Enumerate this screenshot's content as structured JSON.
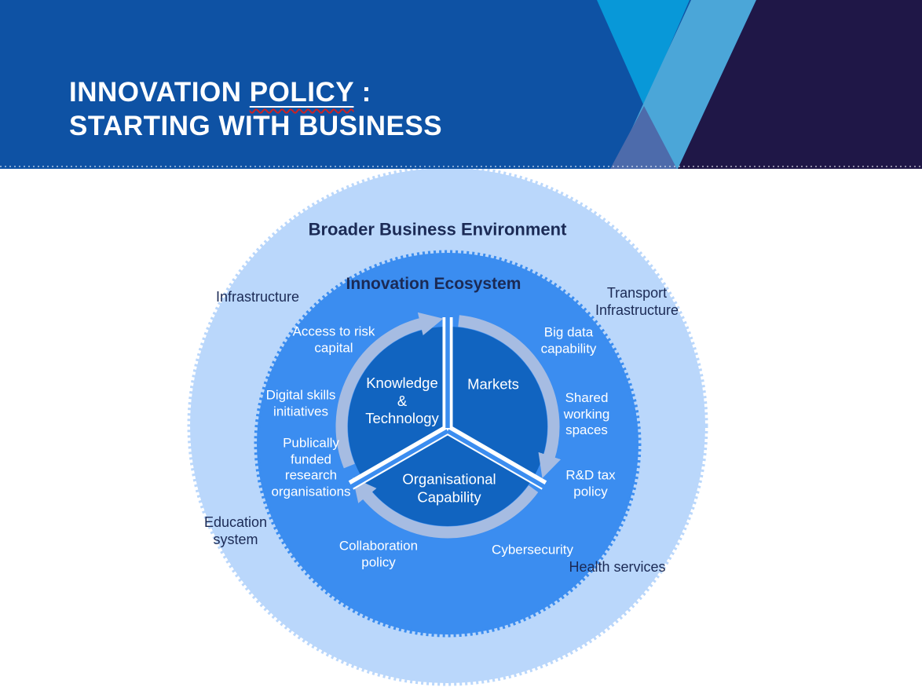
{
  "slide": {
    "title": {
      "prefix": "INNOVATION ",
      "underlined": "POLICY",
      "suffix": " :",
      "line2": "STARTING WITH BUSINESS"
    }
  },
  "colors": {
    "banner_blue": "#0E52A4",
    "corner_navy": "#1F1747",
    "chevron_cyan": "#0898D8",
    "chevron_light_blue": "#4BA6D8",
    "chevron_slate": "#4D6BAB",
    "outer_circle_light_blue": "#BAD7FB",
    "mid_circle_azure": "#3B8DF0",
    "inner_circle_blue": "#1164C0",
    "cycle_ring_periwinkle": "#A6BCE2",
    "heading_navy": "#1B2A55",
    "label_white": "#FFFFFF"
  },
  "diagram": {
    "outer_heading": "Broader Business Environment",
    "mid_heading": "Innovation Ecosystem",
    "core_segments": [
      {
        "text": "Knowledge\n&\nTechnology"
      },
      {
        "text": "Markets"
      },
      {
        "text": "Organisational\nCapability"
      }
    ],
    "ring_items": [
      {
        "text": "Access to risk\ncapital"
      },
      {
        "text": "Big data\ncapability"
      },
      {
        "text": "Digital skills\ninitiatives"
      },
      {
        "text": "Shared\nworking\nspaces"
      },
      {
        "text": "Publically\nfunded\nresearch\norganisations"
      },
      {
        "text": "R&D tax\npolicy"
      },
      {
        "text": "Collaboration\npolicy"
      },
      {
        "text": "Cybersecurity"
      }
    ],
    "outer_items": [
      {
        "text": "Infrastructure"
      },
      {
        "text": "Transport\nInfrastructure"
      },
      {
        "text": "Education\nsystem"
      },
      {
        "text": "Health services"
      }
    ]
  }
}
